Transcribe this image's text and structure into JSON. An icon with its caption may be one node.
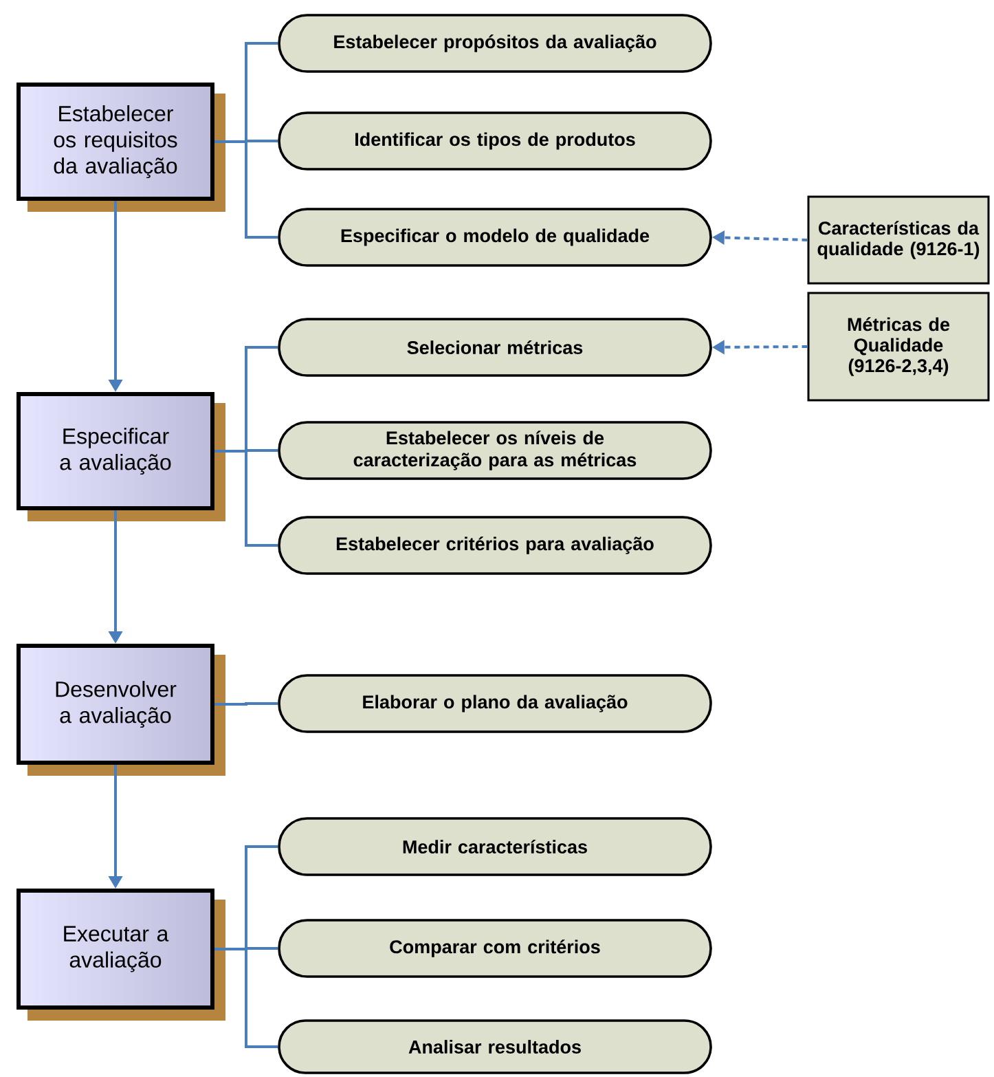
{
  "diagram": {
    "nodes": [
      {
        "text": [
          "Estabelecer os requisitos da avaliação"
        ]
      },
      {
        "text": [
          "Estabelecer propósitos da avaliação"
        ]
      },
      {
        "text": [
          "Identificar os tipos de produtos"
        ]
      },
      {
        "text": [
          "Especificar o modelo de qualidade"
        ]
      },
      {
        "text": [
          "Características da qualidade (9126-1)"
        ]
      },
      {
        "text": [
          "Especificar a avaliação"
        ]
      },
      {
        "text": [
          "Selecionar métricas"
        ]
      },
      {
        "text": [
          "Estabelecer os níveis de caracterização para as métricas"
        ]
      },
      {
        "text": [
          "Estabelecer critérios para avaliação"
        ]
      },
      {
        "text": [
          "Métricas de Qualidade (9126-2,3,4)"
        ]
      },
      {
        "text": [
          "Desenvolver a avaliação"
        ]
      },
      {
        "text": [
          "Elaborar o plano da avaliação"
        ]
      },
      {
        "text": [
          "Executar a avaliação"
        ]
      },
      {
        "text": [
          "Medir características"
        ]
      },
      {
        "text": [
          "Comparar com critérios"
        ]
      },
      {
        "text": [
          "Analisar resultados"
        ]
      }
    ],
    "edges": [
      {
        "from": 0,
        "to": 1,
        "arrow": "none"
      },
      {
        "from": 0,
        "to": 2,
        "arrow": "none"
      },
      {
        "from": 0,
        "to": 3,
        "arrow": "none"
      },
      {
        "from": 4,
        "to": 3,
        "arrow": "to",
        "style": "dashed"
      },
      {
        "from": 0,
        "to": 5,
        "arrow": "to"
      },
      {
        "from": 5,
        "to": 6,
        "arrow": "none"
      },
      {
        "from": 5,
        "to": 7,
        "arrow": "none"
      },
      {
        "from": 5,
        "to": 8,
        "arrow": "none"
      },
      {
        "from": 9,
        "to": 6,
        "arrow": "to",
        "style": "dashed"
      },
      {
        "from": 5,
        "to": 10,
        "arrow": "to"
      },
      {
        "from": 10,
        "to": 11,
        "arrow": "none"
      },
      {
        "from": 10,
        "to": 12,
        "arrow": "to"
      },
      {
        "from": 12,
        "to": 13,
        "arrow": "none"
      },
      {
        "from": 12,
        "to": 14,
        "arrow": "none"
      },
      {
        "from": 12,
        "to": 15,
        "arrow": "none"
      }
    ]
  }
}
